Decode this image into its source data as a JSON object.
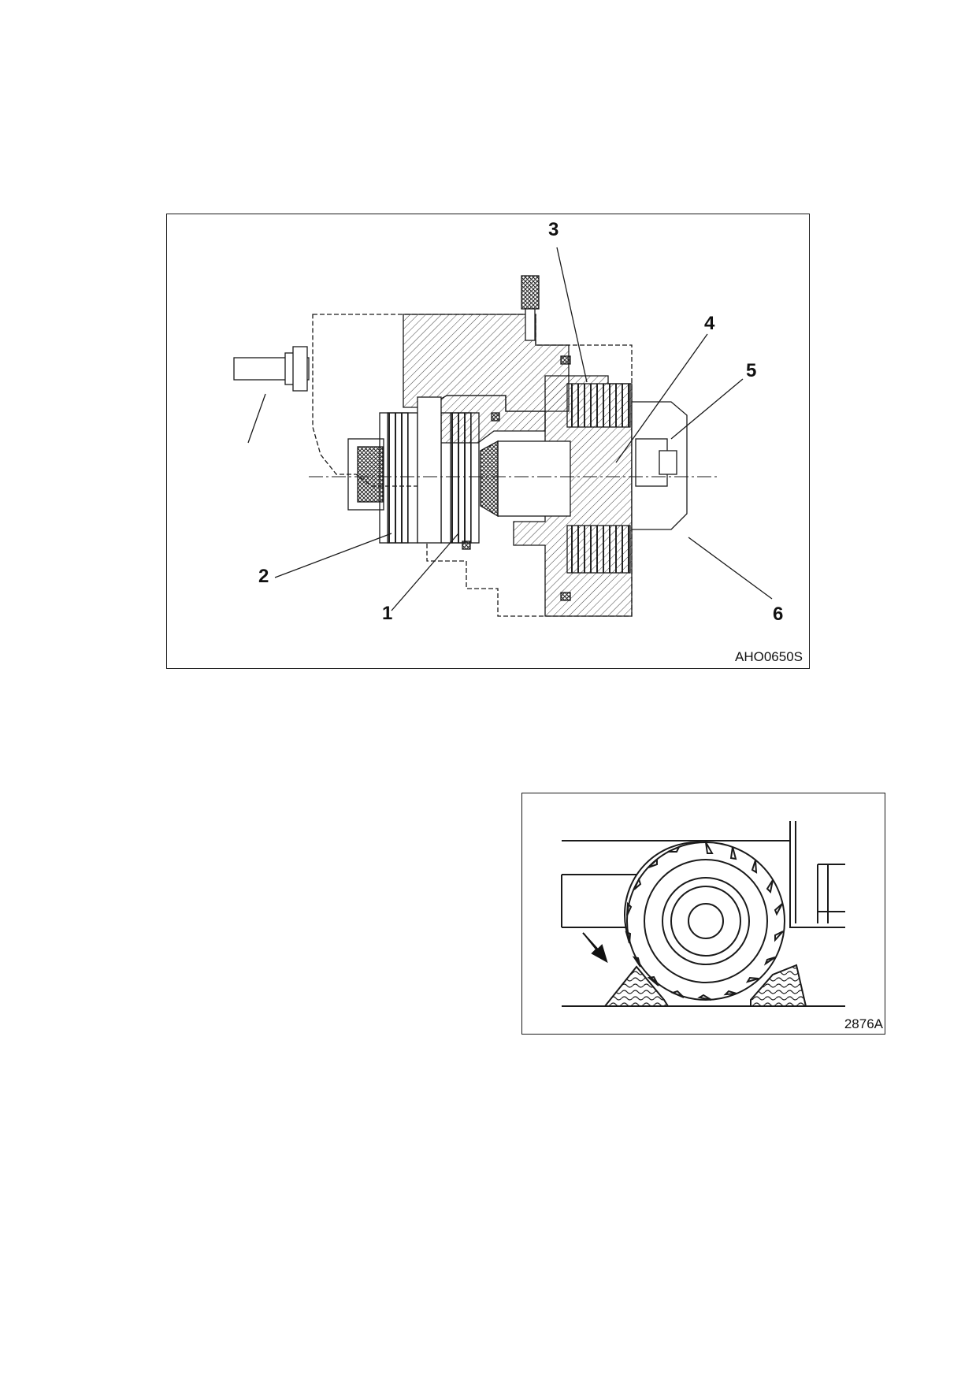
{
  "figure_1": {
    "code": "AHO0650S",
    "callouts": {
      "c1": "1",
      "c2": "2",
      "c3": "3",
      "c4": "4",
      "c5": "5",
      "c6": "6"
    },
    "subject": "cross-section of parking brake assembly"
  },
  "figure_2": {
    "code": "2876A",
    "subject": "wheel chocks placed against tyre"
  },
  "colors": {
    "line": "#1a1a1a",
    "background": "#ffffff"
  }
}
